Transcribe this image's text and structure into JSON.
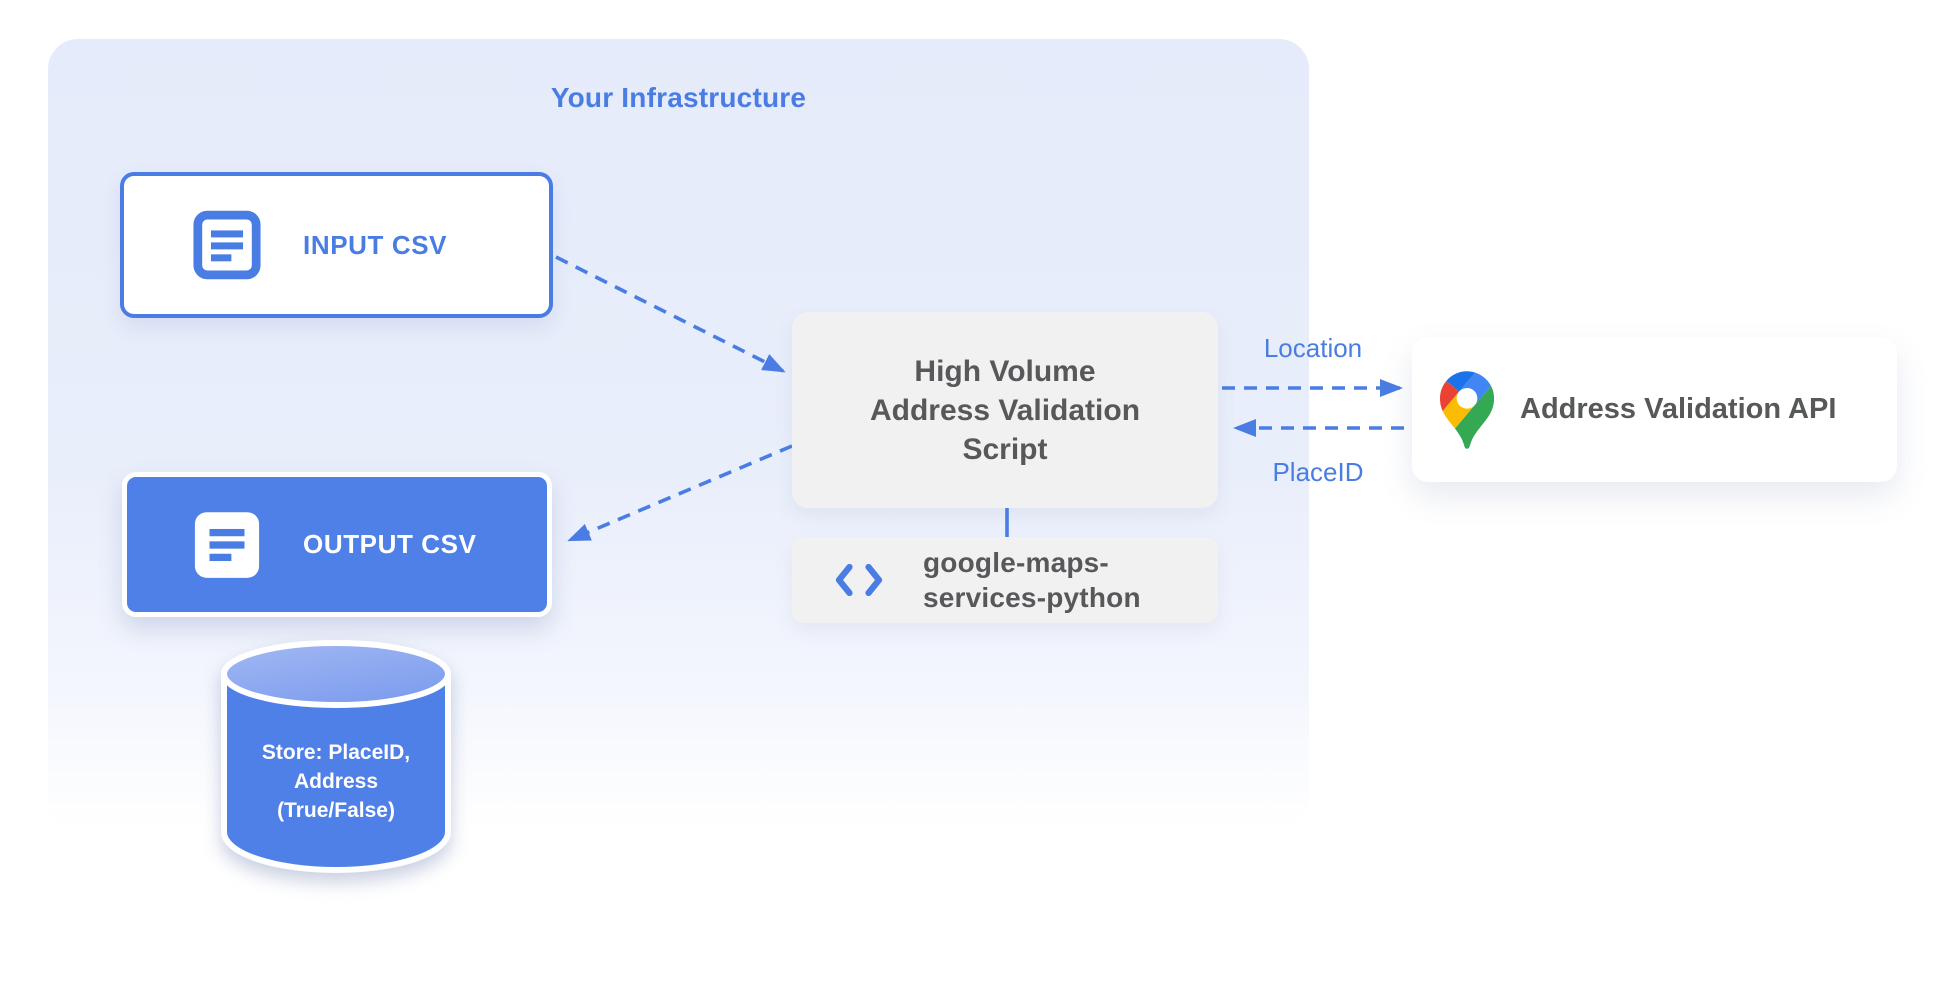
{
  "diagram": {
    "container": {
      "title": "Your Infrastructure"
    },
    "nodes": {
      "input_csv": {
        "label": "INPUT CSV"
      },
      "output_csv": {
        "label": "OUTPUT CSV"
      },
      "script": {
        "lines": [
          "High Volume",
          "Address Validation",
          "Script"
        ]
      },
      "library": {
        "lines": [
          "google-maps-",
          "services-python"
        ]
      },
      "api": {
        "label": "Address Validation API"
      },
      "database": {
        "lines": [
          "Store: PlaceID,",
          "Address",
          "(True/False)"
        ]
      }
    },
    "edges": {
      "location_label": "Location",
      "placeid_label": "PlaceID"
    },
    "colors": {
      "accent_blue": "#4a7de4",
      "fill_blue": "#4f80e8",
      "container_bg": "#e5ebfa",
      "box_gray": "#f1f1f2",
      "text_gray": "#57585a",
      "pin_red": "#ea4335",
      "pin_blue": "#4285f4",
      "pin_blue_dark": "#1a73e8",
      "pin_yellow": "#fbbc04",
      "pin_green": "#34a853"
    }
  }
}
